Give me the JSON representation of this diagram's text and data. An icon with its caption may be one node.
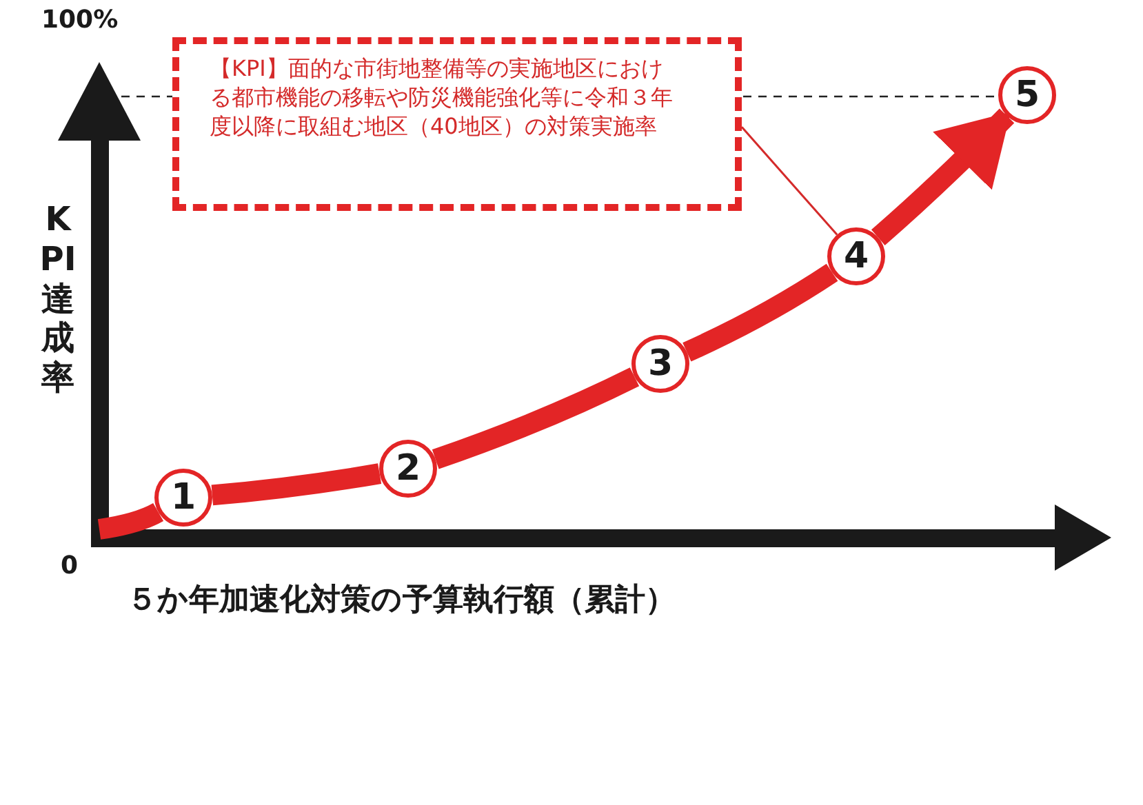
{
  "diagram": {
    "nodes": [
      {
        "text": [
          "【KPI】面的な市街地整備等の実施地区における都市機能の移転や防災機能強化等に令和３年度以降に取組む地区（40地区）の対策実施率"
        ]
      },
      {
        "text": [
          "1"
        ]
      },
      {
        "text": [
          "2"
        ]
      },
      {
        "text": [
          "3"
        ]
      },
      {
        "text": [
          "4"
        ]
      },
      {
        "text": [
          "5"
        ]
      }
    ],
    "edges": [
      {
        "from": null,
        "to": 1,
        "arrow": "none"
      },
      {
        "from": 1,
        "to": 2,
        "arrow": "none"
      },
      {
        "from": 2,
        "to": 3,
        "arrow": "none"
      },
      {
        "from": 3,
        "to": 4,
        "arrow": "none"
      },
      {
        "from": 4,
        "to": 5,
        "arrow": "to"
      },
      {
        "from": 0,
        "to": 4,
        "arrow": "none"
      }
    ],
    "labels": [
      "100%",
      "KPI達成率",
      "0",
      "５か年加速化対策の予算執行額（累計）"
    ]
  }
}
